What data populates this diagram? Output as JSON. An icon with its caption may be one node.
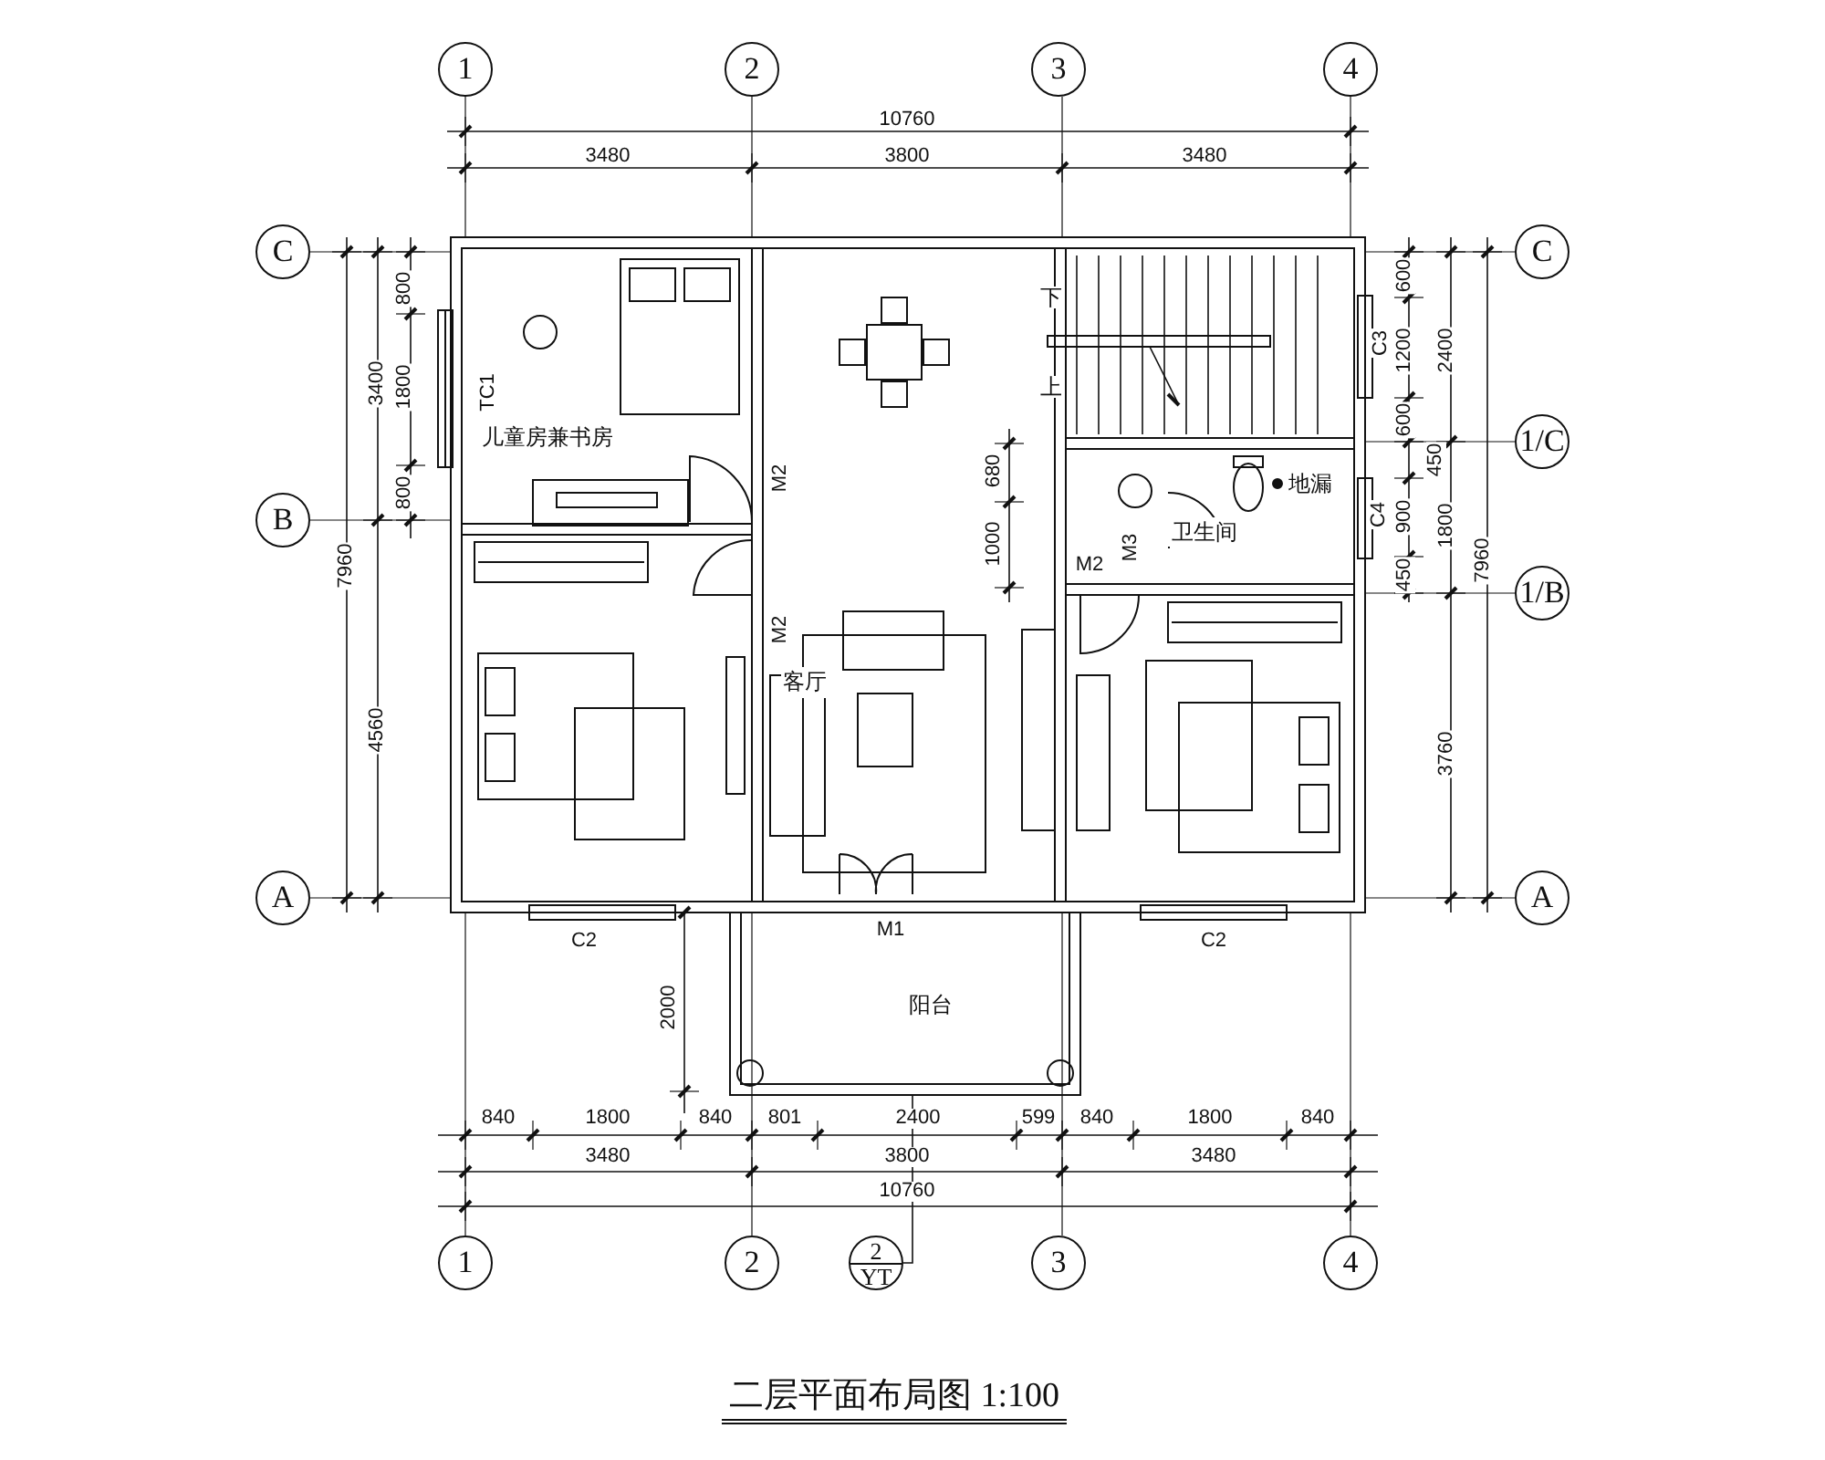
{
  "diagram": {
    "title": "二层平面布局图 1:100",
    "nodes": [
      {
        "text": [
          "1"
        ]
      },
      {
        "text": [
          "2"
        ]
      },
      {
        "text": [
          "3"
        ]
      },
      {
        "text": [
          "4"
        ]
      },
      {
        "text": [
          "C"
        ]
      },
      {
        "text": [
          "C"
        ]
      },
      {
        "text": [
          "儿童房兼书房"
        ]
      },
      {
        "text": [
          "客厅"
        ]
      },
      {
        "text": [
          "B"
        ]
      },
      {
        "text": [
          "1/C"
        ]
      },
      {
        "text": [
          "卫生间"
        ]
      },
      {
        "text": [
          "1/B"
        ]
      },
      {
        "text": [
          "A"
        ]
      },
      {
        "text": [
          "A"
        ]
      },
      {
        "text": [
          "阳台"
        ]
      },
      {
        "text": [
          "1"
        ]
      },
      {
        "text": [
          "2"
        ]
      },
      {
        "text": [
          "2",
          "YT"
        ]
      },
      {
        "text": [
          "3"
        ]
      },
      {
        "text": [
          "4"
        ]
      }
    ],
    "edges": [
      {
        "from": 17,
        "to": 14,
        "arrow": "none"
      }
    ],
    "labels": [
      "10760",
      "3480",
      "3800",
      "3480",
      "800",
      "600",
      "3400",
      "1800",
      "TC1",
      "下",
      "C3",
      "1200",
      "2400",
      "7960",
      "600",
      "800",
      "上",
      "M2",
      "680",
      "450",
      "地漏",
      "1000",
      "M3",
      "C4",
      "900",
      "1800",
      "7960",
      "M2",
      "450",
      "M2",
      "4560",
      "3760",
      "C2",
      "M1",
      "C2",
      "2000",
      "840",
      "1800",
      "840",
      "801",
      "2400",
      "599",
      "840",
      "1800",
      "840",
      "3480",
      "3800",
      "3480",
      "10760"
    ]
  }
}
